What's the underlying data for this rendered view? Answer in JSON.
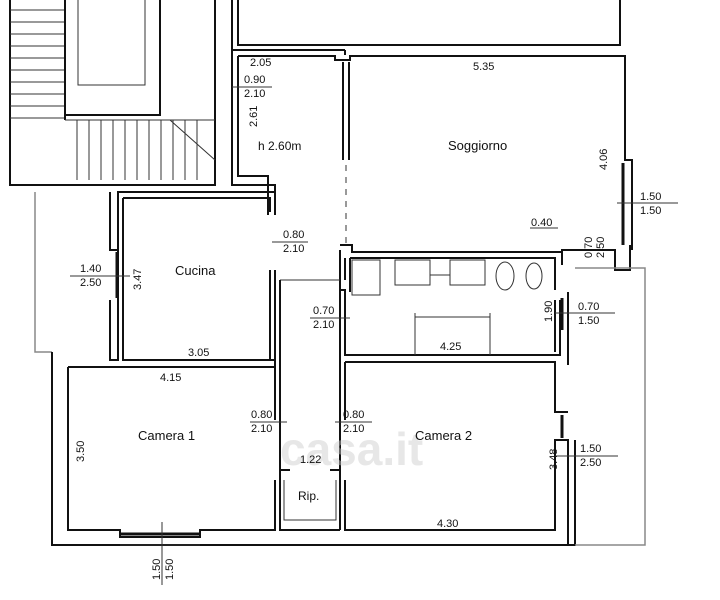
{
  "plan": {
    "height_label": "h 2.60m",
    "watermark": "casa.it",
    "rooms": {
      "soggiorno": "Soggiorno",
      "cucina": "Cucina",
      "camera1": "Camera 1",
      "camera2": "Camera 2",
      "ripostiglio": "Rip."
    },
    "dims": {
      "entry_top": "2.05",
      "entry_door_w": "0.90",
      "entry_door_h": "2.10",
      "entry_side": "2.61",
      "soggiorno_top": "5.35",
      "soggiorno_side": "4.06",
      "soggiorno_win_w": "1.50",
      "soggiorno_win_h": "1.50",
      "bath_niche": "0.40",
      "bath_win2_w": "0.70",
      "bath_win2_h": "2.50",
      "cucina_door_w": "0.80",
      "cucina_door_h": "2.10",
      "cucina_win_w": "1.40",
      "cucina_win_h": "2.50",
      "cucina_side": "3.47",
      "cucina_bottom": "3.05",
      "bath_door_w": "0.70",
      "bath_door_h": "2.10",
      "bath_side": "1.90",
      "bath_win_w": "0.70",
      "bath_win_h": "1.50",
      "bath_bottom": "4.25",
      "camera1_top": "4.15",
      "camera1_side": "3.50",
      "camera1_door_w": "0.80",
      "camera1_door_h": "2.10",
      "camera2_door_w": "0.80",
      "camera2_door_h": "2.10",
      "rip_width": "1.22",
      "camera2_side": "3.48",
      "camera2_win_w": "1.50",
      "camera2_win_h": "2.50",
      "camera2_bottom": "4.30",
      "camera1_win_w": "1.50",
      "camera1_win_h": "1.50"
    }
  }
}
